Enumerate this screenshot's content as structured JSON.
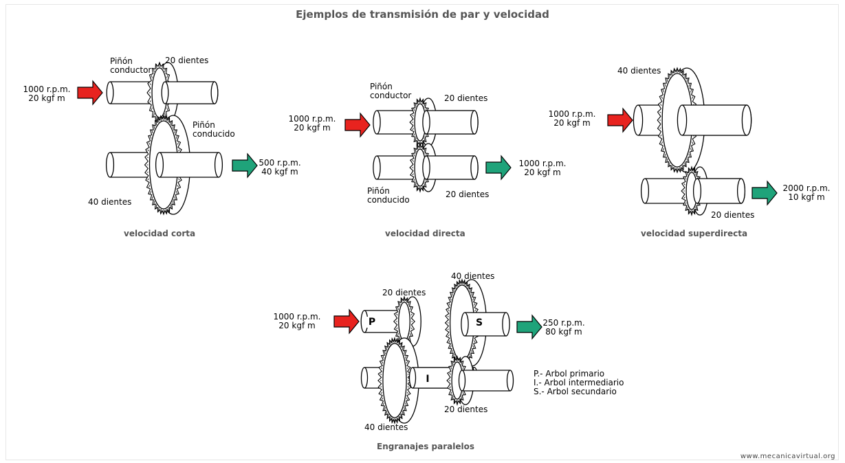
{
  "title": "Ejemplos de transmisión de par y velocidad",
  "corta": {
    "input_rpm": "1000 r.p.m.",
    "input_torque": "20 kgf m",
    "drive_gear": "Piñón conductor",
    "drive_teeth": "20 dientes",
    "driven_gear": "Piñón conducido",
    "driven_teeth": "40 dientes",
    "output_rpm": "500 r.p.m.",
    "output_torque": "40 kgf m",
    "caption": "velocidad corta"
  },
  "directa": {
    "input_rpm": "1000 r.p.m.",
    "input_torque": "20 kgf m",
    "drive_gear": "Piñón conductor",
    "drive_teeth": "20 dientes",
    "driven_gear": "Piñón conducido",
    "driven_teeth": "20 dientes",
    "output_rpm": "1000 r.p.m.",
    "output_torque": "20 kgf m",
    "caption": "velocidad directa"
  },
  "superdirecta": {
    "input_rpm": "1000 r.p.m.",
    "input_torque": "20 kgf m",
    "drive_teeth": "40 dientes",
    "driven_teeth": "20 dientes",
    "output_rpm": "2000 r.p.m.",
    "output_torque": "10 kgf m",
    "caption": "velocidad superdirecta"
  },
  "paralelos": {
    "input_rpm": "1000 r.p.m.",
    "input_torque": "20 kgf m",
    "p_teeth": "20 dientes",
    "s_teeth": "40 dientes",
    "i_big_teeth": "40 dientes",
    "i_small_teeth": "20 dientes",
    "output_rpm": "250 r.p.m.",
    "output_torque": "80 kgf m",
    "shaft_p": "P",
    "shaft_i": "I",
    "shaft_s": "S",
    "legend": [
      "P.- Arbol primario",
      "I.- Arbol intermediario",
      "S.- Arbol secundario"
    ],
    "caption": "Engranajes paralelos"
  },
  "credit": "www.mecanicavirtual.org",
  "colors": {
    "input_arrow": "#e8231f",
    "output_arrow": "#1fa37a",
    "caption": "#555555"
  }
}
